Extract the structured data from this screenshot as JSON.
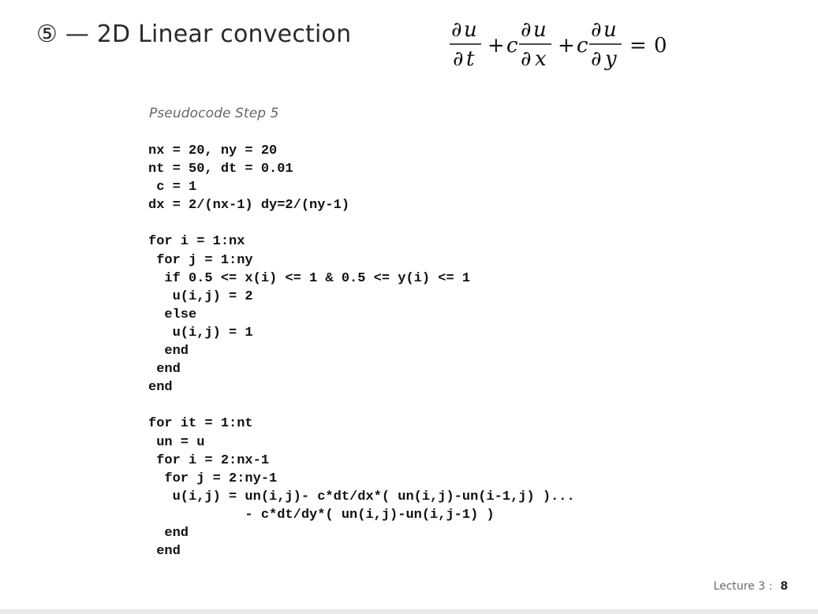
{
  "slide": {
    "title": "⑤ — 2D Linear convection",
    "equation": {
      "d": "∂",
      "u": "u",
      "t": "t",
      "x": "x",
      "y": "y",
      "plus": "+",
      "c": "c",
      "equals": "=",
      "zero": "0"
    },
    "subtitle": "Pseudocode Step 5",
    "code_lines": [
      "nx = 20, ny = 20",
      "nt = 50, dt = 0.01",
      " c = 1",
      "dx = 2/(nx-1) dy=2/(ny-1)",
      "",
      "for i = 1:nx",
      " for j = 1:ny",
      "  if 0.5 <= x(i) <= 1 & 0.5 <= y(i) <= 1",
      "   u(i,j) = 2",
      "  else",
      "   u(i,j) = 1",
      "  end",
      " end",
      "end",
      "",
      "for it = 1:nt",
      " un = u",
      " for i = 2:nx-1",
      "  for j = 2:ny-1",
      "   u(i,j) = un(i,j)- c*dt/dx*( un(i,j)-un(i-1,j) )...",
      "            - c*dt/dy*( un(i,j)-un(i,j-1) )",
      "  end",
      " end"
    ],
    "footer": {
      "lecture": "Lecture 3 :",
      "page": "8"
    }
  }
}
